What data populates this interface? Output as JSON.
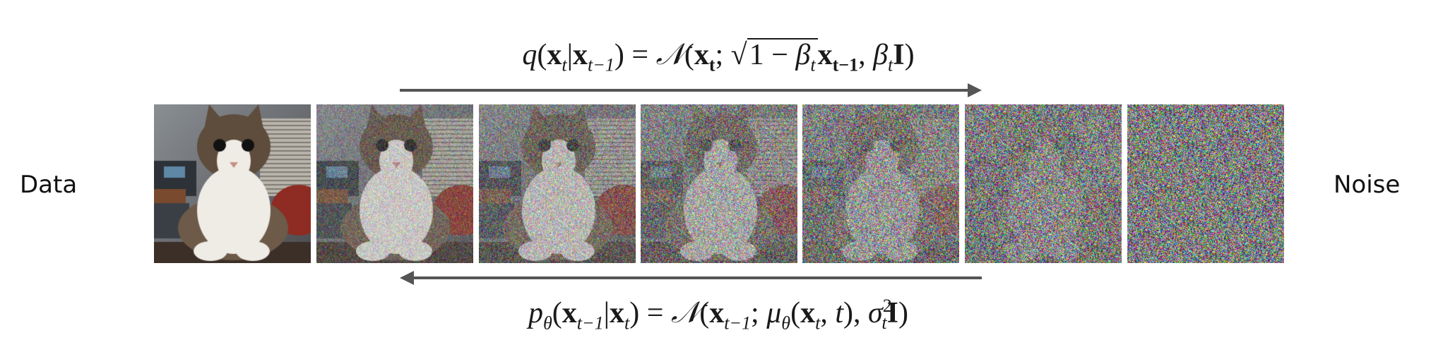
{
  "labels": {
    "left": "Data",
    "right": "Noise"
  },
  "forward_process": {
    "formula_parts": {
      "q": "q",
      "xt": "x",
      "t": "t",
      "tm1": "t−1",
      "eq": " = ",
      "N": "𝒩",
      "one_minus": "1 − ",
      "beta": "β",
      "I": "I"
    }
  },
  "reverse_process": {
    "formula_parts": {
      "p": "p",
      "theta": "θ",
      "x": "x",
      "t": "t",
      "tm1": "t−1",
      "eq": " = ",
      "N": "𝒩",
      "mu": "μ",
      "sigma": "σ",
      "two": "2",
      "I": "I"
    }
  },
  "frames": [
    {
      "name": "cat-original",
      "noise": 0.0
    },
    {
      "name": "cat-noise-step-1",
      "noise": 0.35
    },
    {
      "name": "cat-noise-step-2",
      "noise": 0.5
    },
    {
      "name": "cat-noise-step-3",
      "noise": 0.65
    },
    {
      "name": "cat-noise-step-4",
      "noise": 0.78
    },
    {
      "name": "cat-noise-step-5",
      "noise": 0.9
    },
    {
      "name": "pure-noise",
      "noise": 1.0
    }
  ],
  "colors": {
    "arrow": "#555555",
    "text": "#1a1a1a"
  }
}
